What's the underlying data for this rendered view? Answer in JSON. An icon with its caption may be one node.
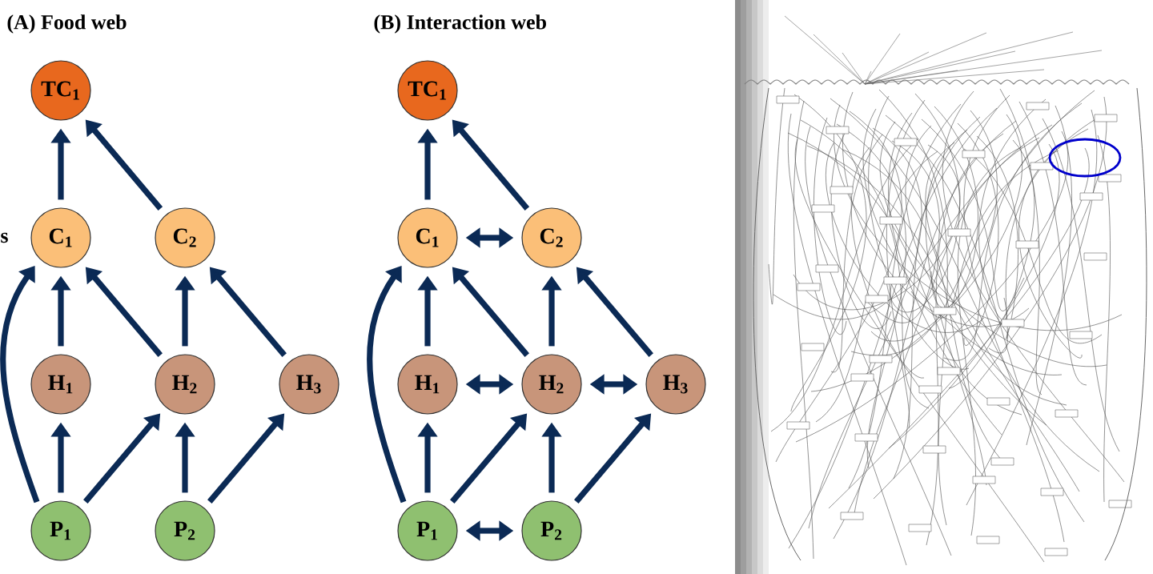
{
  "diagram": {
    "nodes": [
      {
        "text": [
          "TC$_{1}$"
        ]
      },
      {
        "text": [
          "C$_{1}$"
        ]
      },
      {
        "text": [
          "C$_{2}$"
        ]
      },
      {
        "text": [
          "H$_{1}$"
        ]
      },
      {
        "text": [
          "H$_{2}$"
        ]
      },
      {
        "text": [
          "H$_{3}$"
        ]
      },
      {
        "text": [
          "P$_{1}$"
        ]
      },
      {
        "text": [
          "P$_{2}$"
        ]
      },
      {
        "text": [
          "TC$_{1}$"
        ]
      },
      {
        "text": [
          "C$_{1}$"
        ]
      },
      {
        "text": [
          "C$_{2}$"
        ]
      },
      {
        "text": [
          "H$_{1}$"
        ]
      },
      {
        "text": [
          "H$_{2}$"
        ]
      },
      {
        "text": [
          "H$_{3}$"
        ]
      },
      {
        "text": [
          "P$_{1}$"
        ]
      },
      {
        "text": [
          "P$_{2}$"
        ]
      }
    ],
    "edges": [
      {
        "from": 1,
        "to": 0,
        "arrow": "to"
      },
      {
        "from": 2,
        "to": 0,
        "arrow": "to"
      },
      {
        "from": 3,
        "to": 1,
        "arrow": "to"
      },
      {
        "from": 4,
        "to": 1,
        "arrow": "to"
      },
      {
        "from": 4,
        "to": 2,
        "arrow": "to"
      },
      {
        "from": 5,
        "to": 2,
        "arrow": "to"
      },
      {
        "from": 6,
        "to": 3,
        "arrow": "to"
      },
      {
        "from": 6,
        "to": 4,
        "arrow": "to"
      },
      {
        "from": 7,
        "to": 4,
        "arrow": "to"
      },
      {
        "from": 7,
        "to": 5,
        "arrow": "to"
      },
      {
        "from": 6,
        "to": 1,
        "arrow": "to"
      },
      {
        "from": 9,
        "to": 8,
        "arrow": "to"
      },
      {
        "from": 10,
        "to": 8,
        "arrow": "to"
      },
      {
        "from": 9,
        "to": 10,
        "arrow": "both"
      },
      {
        "from": 11,
        "to": 9,
        "arrow": "to"
      },
      {
        "from": 12,
        "to": 9,
        "arrow": "to"
      },
      {
        "from": 12,
        "to": 10,
        "arrow": "to"
      },
      {
        "from": 13,
        "to": 10,
        "arrow": "to"
      },
      {
        "from": 11,
        "to": 12,
        "arrow": "both"
      },
      {
        "from": 12,
        "to": 13,
        "arrow": "both"
      },
      {
        "from": 14,
        "to": 11,
        "arrow": "to"
      },
      {
        "from": 14,
        "to": 12,
        "arrow": "to"
      },
      {
        "from": 15,
        "to": 12,
        "arrow": "to"
      },
      {
        "from": 15,
        "to": 13,
        "arrow": "to"
      },
      {
        "from": 14,
        "to": 9,
        "arrow": "to"
      },
      {
        "from": 14,
        "to": 15,
        "arrow": "both"
      }
    ],
    "labels": [
      "(A)  Food web",
      "(B)  Interaction web",
      "s"
    ]
  }
}
